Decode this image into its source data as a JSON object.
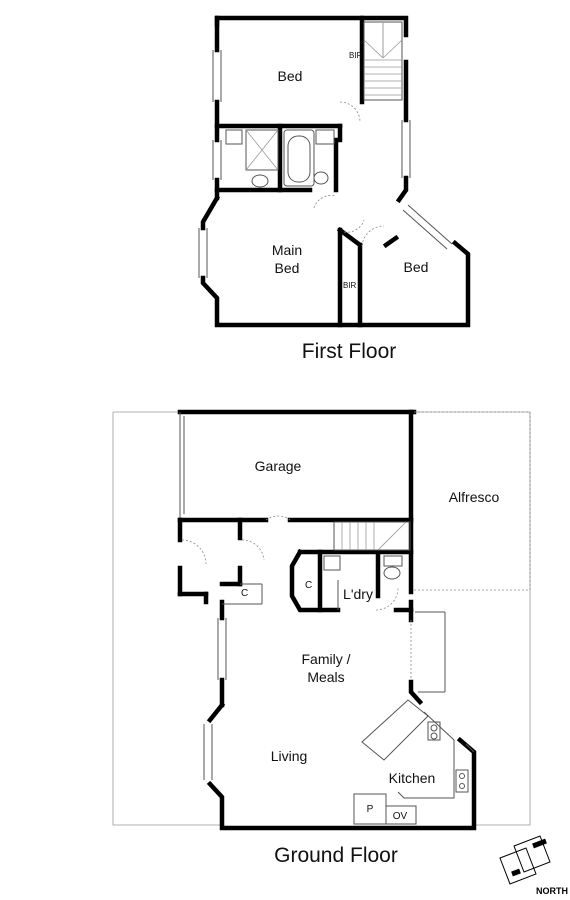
{
  "floors": {
    "first": {
      "title": "First Floor",
      "rooms": {
        "bed_top": "Bed",
        "bir_top": "BIR",
        "main_bed_line1": "Main",
        "main_bed_line2": "Bed",
        "bed_right": "Bed",
        "bir_bottom": "BIR"
      }
    },
    "ground": {
      "title": "Ground  Floor",
      "rooms": {
        "garage": "Garage",
        "alfresco": "Alfresco",
        "closet_c1": "C",
        "closet_c2": "C",
        "laundry": "L'dry",
        "family_line1": "Family /",
        "family_line2": "Meals",
        "living": "Living",
        "kitchen": "Kitchen",
        "pantry": "P",
        "oven": "OV"
      }
    }
  },
  "compass": {
    "label": "NORTH"
  }
}
